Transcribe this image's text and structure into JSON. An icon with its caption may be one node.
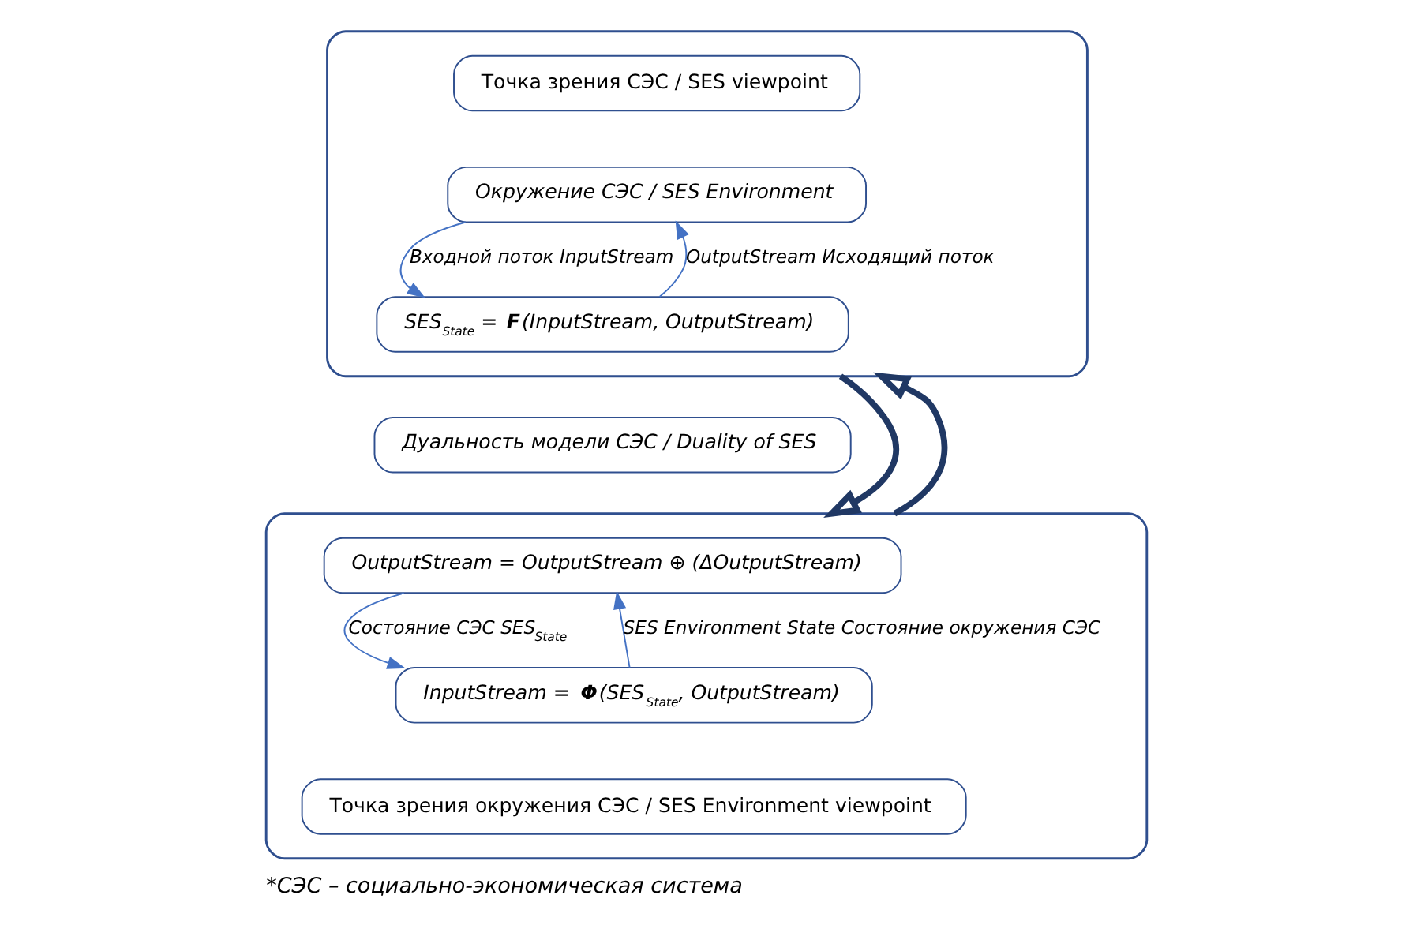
{
  "diagram": {
    "caption": "*СЭС – социально-экономическая система",
    "nodes": [
      {
        "text": [],
        "shape": "box"
      },
      {
        "text": [
          "Точка зрения СЭС / SES viewpoint"
        ],
        "in": 0
      },
      {
        "text": [
          "Окружение СЭС / SES Environment"
        ],
        "in": 0
      },
      {
        "text": [
          "SES$_{State}$ = **F**(InputStream, OutputStream)"
        ],
        "in": 0
      },
      {
        "text": [
          "Дуальность модели СЭС / Duality of SES"
        ]
      },
      {
        "text": [],
        "shape": "box"
      },
      {
        "text": [
          "OutputStream = OutputStream ⊕ (ΔOutputStream)"
        ],
        "in": 5
      },
      {
        "text": [
          "InputStream = **Φ**(SES$_{State}$, OutputStream)"
        ],
        "in": 5
      },
      {
        "text": [
          "Точка зрения окружения СЭС / SES Environment viewpoint"
        ],
        "in": 5
      }
    ],
    "edges": [
      {
        "from": 2,
        "to": 3,
        "arrow": "to",
        "label": "Входной поток InputStream"
      },
      {
        "from": 3,
        "to": 2,
        "arrow": "to",
        "label": "OutputStream Исходящий поток"
      },
      {
        "from": 0,
        "to": 5,
        "arrow": "to",
        "style": "thick",
        "color": "#203864"
      },
      {
        "from": 5,
        "to": 0,
        "arrow": "to",
        "style": "thick",
        "color": "#203864"
      },
      {
        "from": 6,
        "to": 7,
        "arrow": "to",
        "label": "Состояние СЭС SES$_{State}$"
      },
      {
        "from": 7,
        "to": 6,
        "arrow": "to",
        "label": "SES Environment State Состояние окружения СЭС"
      }
    ]
  }
}
